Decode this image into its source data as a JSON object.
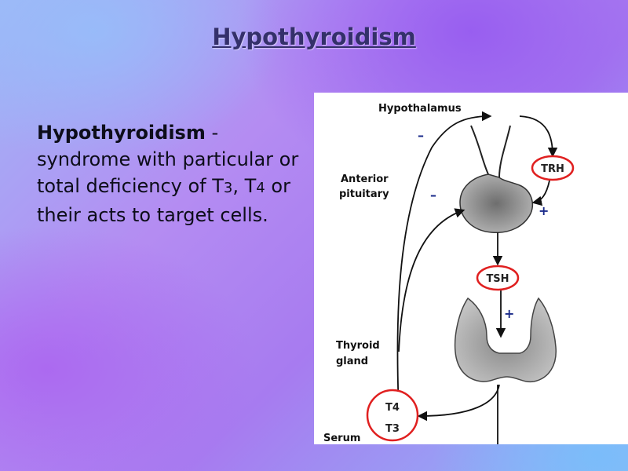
{
  "slide": {
    "title": "Hypothyroidism",
    "definition": {
      "term": "Hypothyroidism",
      "separator": " - ",
      "text_before_t3": "syndrome with particular or total deficiency of T",
      "t3_sub": "3",
      "text_between": ", T",
      "t4_sub": "4",
      "text_after": " or their acts to target cells."
    }
  },
  "diagram": {
    "labels": {
      "hypothalamus": "Hypothalamus",
      "anterior_line1": "Anterior",
      "anterior_line2": "pituitary",
      "thyroid_line1": "Thyroid",
      "thyroid_line2": "gland",
      "serum": "Serum"
    },
    "hormones": {
      "trh": "TRH",
      "tsh": "TSH",
      "t4": "T4",
      "t3": "T3"
    },
    "signs": {
      "minus": "–",
      "plus": "+"
    },
    "colors": {
      "hormone_ring": "#e02020",
      "sign": "#1a2a8a"
    }
  }
}
